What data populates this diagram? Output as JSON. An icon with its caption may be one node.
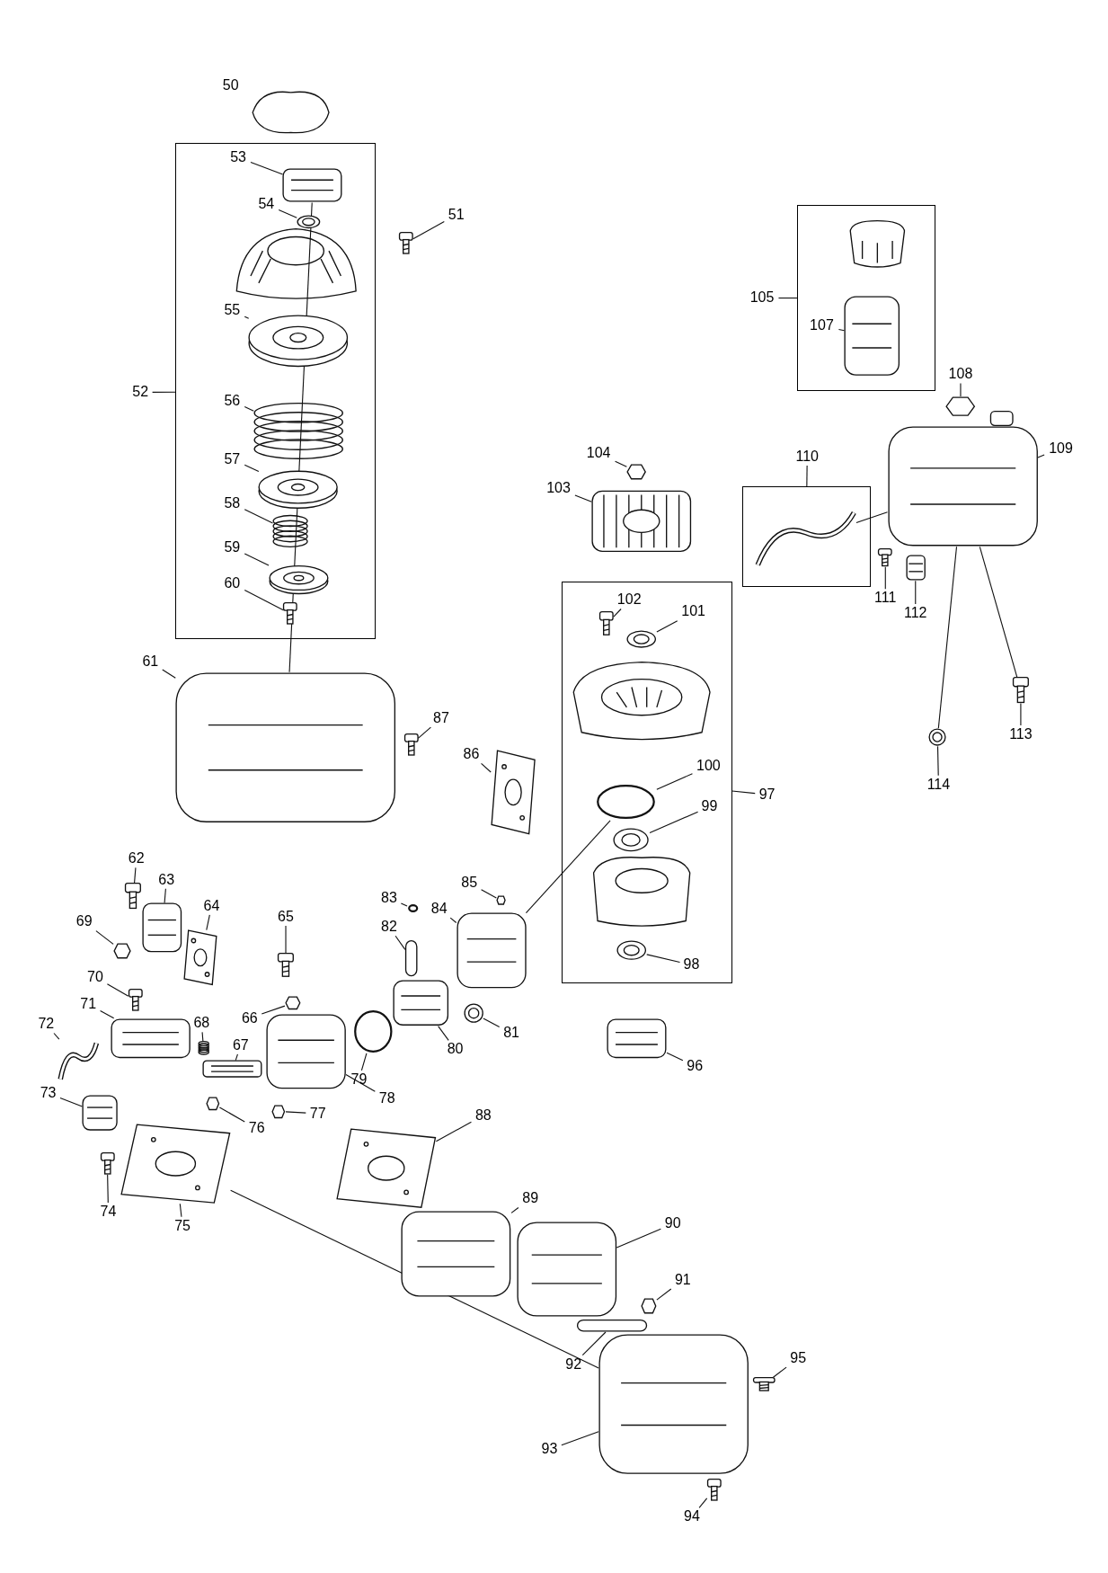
{
  "diagram": {
    "nodes": [
      {
        "text": [],
        "shape": "box"
      },
      {
        "text": [
          "52"
        ]
      },
      {
        "text": [
          "53"
        ],
        "in": 0
      },
      {
        "text": [],
        "shape": "picture",
        "in": 0
      },
      {
        "text": [
          "54"
        ],
        "in": 0
      },
      {
        "text": [],
        "shape": "picture",
        "in": 0
      },
      {
        "text": [
          "55"
        ],
        "in": 0
      },
      {
        "text": [],
        "shape": "picture",
        "in": 0
      },
      {
        "text": [
          "56"
        ],
        "in": 0
      },
      {
        "text": [],
        "shape": "picture",
        "in": 0
      },
      {
        "text": [
          "57"
        ],
        "in": 0
      },
      {
        "text": [],
        "shape": "picture",
        "in": 0
      },
      {
        "text": [
          "58"
        ],
        "in": 0
      },
      {
        "text": [],
        "shape": "picture",
        "in": 0
      },
      {
        "text": [
          "59"
        ],
        "in": 0
      },
      {
        "text": [],
        "shape": "picture",
        "in": 0
      },
      {
        "text": [
          "60"
        ],
        "in": 0
      },
      {
        "text": [],
        "shape": "picture",
        "in": 0
      },
      {
        "text": [
          "51"
        ]
      },
      {
        "text": [],
        "shape": "picture"
      },
      {
        "text": [
          "61"
        ]
      },
      {
        "text": [],
        "shape": "picture"
      },
      {
        "text": [
          "87"
        ]
      },
      {
        "text": [],
        "shape": "picture"
      },
      {
        "text": [
          "86"
        ]
      },
      {
        "text": [],
        "shape": "picture"
      },
      {
        "text": [],
        "shape": "box"
      },
      {
        "text": [
          "97"
        ]
      },
      {
        "text": [
          "102"
        ],
        "in": 26
      },
      {
        "text": [],
        "shape": "picture",
        "in": 26
      },
      {
        "text": [
          "101"
        ],
        "in": 26
      },
      {
        "text": [],
        "shape": "picture",
        "in": 26
      },
      {
        "text": [
          "100"
        ],
        "in": 26
      },
      {
        "text": [],
        "shape": "circle",
        "in": 26
      },
      {
        "text": [
          "99"
        ],
        "in": 26
      },
      {
        "text": [],
        "shape": "picture",
        "in": 26
      },
      {
        "text": [
          "98"
        ],
        "in": 26
      },
      {
        "text": [],
        "shape": "picture",
        "in": 26
      },
      {
        "text": [
          "104"
        ]
      },
      {
        "text": [],
        "shape": "hexagon"
      },
      {
        "text": [
          "103"
        ]
      },
      {
        "text": [],
        "shape": "picture"
      },
      {
        "text": [],
        "shape": "box"
      },
      {
        "text": [
          "105"
        ]
      },
      {
        "text": [
          "107"
        ],
        "in": 42
      },
      {
        "text": [],
        "shape": "picture",
        "in": 42
      },
      {
        "text": [
          "108"
        ]
      },
      {
        "text": [],
        "shape": "hexagon"
      },
      {
        "text": [
          "109"
        ]
      },
      {
        "text": [],
        "shape": "picture"
      },
      {
        "text": [],
        "shape": "box"
      },
      {
        "text": [
          "110"
        ]
      },
      {
        "text": [],
        "shape": "picture",
        "in": 50
      },
      {
        "text": [
          "111"
        ]
      },
      {
        "text": [],
        "shape": "picture"
      },
      {
        "text": [
          "112"
        ]
      },
      {
        "text": [],
        "shape": "picture"
      },
      {
        "text": [
          "113"
        ]
      },
      {
        "text": [],
        "shape": "picture"
      },
      {
        "text": [
          "114"
        ]
      },
      {
        "text": [],
        "shape": "picture"
      },
      {
        "text": [
          "62"
        ]
      },
      {
        "text": [],
        "shape": "picture"
      },
      {
        "text": [
          "63"
        ]
      },
      {
        "text": [],
        "shape": "picture"
      },
      {
        "text": [
          "69"
        ]
      },
      {
        "text": [],
        "shape": "hexagon"
      },
      {
        "text": [
          "64"
        ]
      },
      {
        "text": [],
        "shape": "picture"
      },
      {
        "text": [
          "65"
        ]
      },
      {
        "text": [],
        "shape": "picture"
      },
      {
        "text": [
          "66"
        ]
      },
      {
        "text": [],
        "shape": "hexagon"
      },
      {
        "text": [
          "67"
        ]
      },
      {
        "text": [],
        "shape": "picture"
      },
      {
        "text": [
          "68"
        ]
      },
      {
        "text": [],
        "shape": "picture"
      },
      {
        "text": [
          "70"
        ]
      },
      {
        "text": [],
        "shape": "picture"
      },
      {
        "text": [
          "71"
        ]
      },
      {
        "text": [],
        "shape": "picture"
      },
      {
        "text": [
          "72"
        ]
      },
      {
        "text": [],
        "shape": "picture"
      },
      {
        "text": [
          "73"
        ]
      },
      {
        "text": [],
        "shape": "picture"
      },
      {
        "text": [
          "74"
        ]
      },
      {
        "text": [],
        "shape": "picture"
      },
      {
        "text": [
          "75"
        ]
      },
      {
        "text": [],
        "shape": "picture"
      },
      {
        "text": [
          "76"
        ]
      },
      {
        "text": [],
        "shape": "hexagon"
      },
      {
        "text": [
          "77"
        ]
      },
      {
        "text": [],
        "shape": "hexagon"
      },
      {
        "text": [
          "78"
        ]
      },
      {
        "text": [],
        "shape": "picture"
      },
      {
        "text": [
          "79"
        ]
      },
      {
        "text": [],
        "shape": "circle"
      },
      {
        "text": [
          "80"
        ]
      },
      {
        "text": [],
        "shape": "picture"
      },
      {
        "text": [
          "81"
        ]
      },
      {
        "text": [],
        "shape": "picture"
      },
      {
        "text": [
          "82"
        ]
      },
      {
        "text": [],
        "shape": "bar"
      },
      {
        "text": [
          "83"
        ]
      },
      {
        "text": [],
        "shape": "circle"
      },
      {
        "text": [
          "84"
        ]
      },
      {
        "text": [],
        "shape": "picture"
      },
      {
        "text": [
          "85"
        ]
      },
      {
        "text": [],
        "shape": "hexagon"
      },
      {
        "text": [
          "96"
        ]
      },
      {
        "text": [],
        "shape": "picture"
      },
      {
        "text": [
          "88"
        ]
      },
      {
        "text": [],
        "shape": "picture"
      },
      {
        "text": [
          "89"
        ]
      },
      {
        "text": [],
        "shape": "picture"
      },
      {
        "text": [
          "90"
        ]
      },
      {
        "text": [],
        "shape": "picture"
      },
      {
        "text": [
          "91"
        ]
      },
      {
        "text": [],
        "shape": "hexagon"
      },
      {
        "text": [
          "92"
        ]
      },
      {
        "text": [],
        "shape": "bar"
      },
      {
        "text": [
          "93"
        ]
      },
      {
        "text": [],
        "shape": "picture"
      },
      {
        "text": [
          "94"
        ]
      },
      {
        "text": [],
        "shape": "picture"
      },
      {
        "text": [
          "95"
        ]
      },
      {
        "text": [],
        "shape": "picture"
      }
    ],
    "edges": [
      {
        "from": 1,
        "to": 0,
        "arrow": "none"
      },
      {
        "from": 2,
        "to": 3,
        "arrow": "none"
      },
      {
        "from": 4,
        "to": 5,
        "arrow": "none"
      },
      {
        "from": 6,
        "to": 7,
        "arrow": "none"
      },
      {
        "from": 8,
        "to": 9,
        "arrow": "none"
      },
      {
        "from": 10,
        "to": 11,
        "arrow": "none"
      },
      {
        "from": 12,
        "to": 13,
        "arrow": "none"
      },
      {
        "from": 14,
        "to": 15,
        "arrow": "none"
      },
      {
        "from": 16,
        "to": 17,
        "arrow": "none"
      },
      {
        "from": 18,
        "to": 19,
        "arrow": "none"
      },
      {
        "from": 20,
        "to": 21,
        "arrow": "none"
      },
      {
        "from": 22,
        "to": 23,
        "arrow": "none"
      },
      {
        "from": 24,
        "to": 25,
        "arrow": "none"
      },
      {
        "from": 27,
        "to": 26,
        "arrow": "none"
      },
      {
        "from": 28,
        "to": 29,
        "arrow": "none"
      },
      {
        "from": 30,
        "to": 31,
        "arrow": "none"
      },
      {
        "from": 32,
        "to": 33,
        "arrow": "none"
      },
      {
        "from": 34,
        "to": 35,
        "arrow": "none"
      },
      {
        "from": 36,
        "to": 37,
        "arrow": "none"
      },
      {
        "from": 38,
        "to": 39,
        "arrow": "none"
      },
      {
        "from": 40,
        "to": 41,
        "arrow": "none"
      },
      {
        "from": 43,
        "to": 42,
        "arrow": "none"
      },
      {
        "from": 44,
        "to": 45,
        "arrow": "none"
      },
      {
        "from": 46,
        "to": 47,
        "arrow": "none"
      },
      {
        "from": 48,
        "to": 49,
        "arrow": "none"
      },
      {
        "from": 51,
        "to": 50,
        "arrow": "none"
      },
      {
        "from": 53,
        "to": 54,
        "arrow": "none"
      },
      {
        "from": 55,
        "to": 56,
        "arrow": "none"
      },
      {
        "from": 57,
        "to": 58,
        "arrow": "none"
      },
      {
        "from": 59,
        "to": 60,
        "arrow": "none"
      },
      {
        "from": 61,
        "to": 62,
        "arrow": "none"
      },
      {
        "from": 63,
        "to": 64,
        "arrow": "none"
      },
      {
        "from": 65,
        "to": 66,
        "arrow": "none"
      },
      {
        "from": 67,
        "to": 68,
        "arrow": "none"
      },
      {
        "from": 69,
        "to": 70,
        "arrow": "none"
      },
      {
        "from": 71,
        "to": 72,
        "arrow": "none"
      },
      {
        "from": 73,
        "to": 74,
        "arrow": "none"
      },
      {
        "from": 75,
        "to": 76,
        "arrow": "none"
      },
      {
        "from": 77,
        "to": 78,
        "arrow": "none"
      },
      {
        "from": 79,
        "to": 80,
        "arrow": "none"
      },
      {
        "from": 81,
        "to": 82,
        "arrow": "none"
      },
      {
        "from": 83,
        "to": 84,
        "arrow": "none"
      },
      {
        "from": 85,
        "to": 86,
        "arrow": "none"
      },
      {
        "from": 87,
        "to": 88,
        "arrow": "none"
      },
      {
        "from": 89,
        "to": 90,
        "arrow": "none"
      },
      {
        "from": 91,
        "to": 92,
        "arrow": "none"
      },
      {
        "from": 93,
        "to": 94,
        "arrow": "none"
      },
      {
        "from": 95,
        "to": 96,
        "arrow": "none"
      },
      {
        "from": 97,
        "to": 98,
        "arrow": "none"
      },
      {
        "from": 99,
        "to": 100,
        "arrow": "none"
      },
      {
        "from": 101,
        "to": 102,
        "arrow": "none"
      },
      {
        "from": 103,
        "to": 104,
        "arrow": "none"
      },
      {
        "from": 105,
        "to": 106,
        "arrow": "none"
      },
      {
        "from": 107,
        "to": 108,
        "arrow": "none"
      },
      {
        "from": 109,
        "to": 110,
        "arrow": "none"
      },
      {
        "from": 111,
        "to": 112,
        "arrow": "none"
      },
      {
        "from": 113,
        "to": 114,
        "arrow": "none"
      },
      {
        "from": 115,
        "to": 116,
        "arrow": "none"
      },
      {
        "from": 117,
        "to": 118,
        "arrow": "none"
      },
      {
        "from": 119,
        "to": 120,
        "arrow": "none"
      },
      {
        "from": 121,
        "to": 122,
        "arrow": "none"
      },
      {
        "from": 123,
        "to": 124,
        "arrow": "none"
      },
      {
        "from": 125,
        "to": 126,
        "arrow": "none"
      },
      {
        "from": 3,
        "to": 21,
        "arrow": "none"
      },
      {
        "from": 88,
        "to": 122,
        "arrow": "none"
      },
      {
        "from": 106,
        "to": 33,
        "arrow": "none"
      },
      {
        "from": 60,
        "to": 49,
        "arrow": "none"
      },
      {
        "from": 58,
        "to": 49,
        "arrow": "none"
      },
      {
        "from": 52,
        "to": 49,
        "arrow": "none"
      }
    ],
    "labels": [
      "50"
    ]
  }
}
